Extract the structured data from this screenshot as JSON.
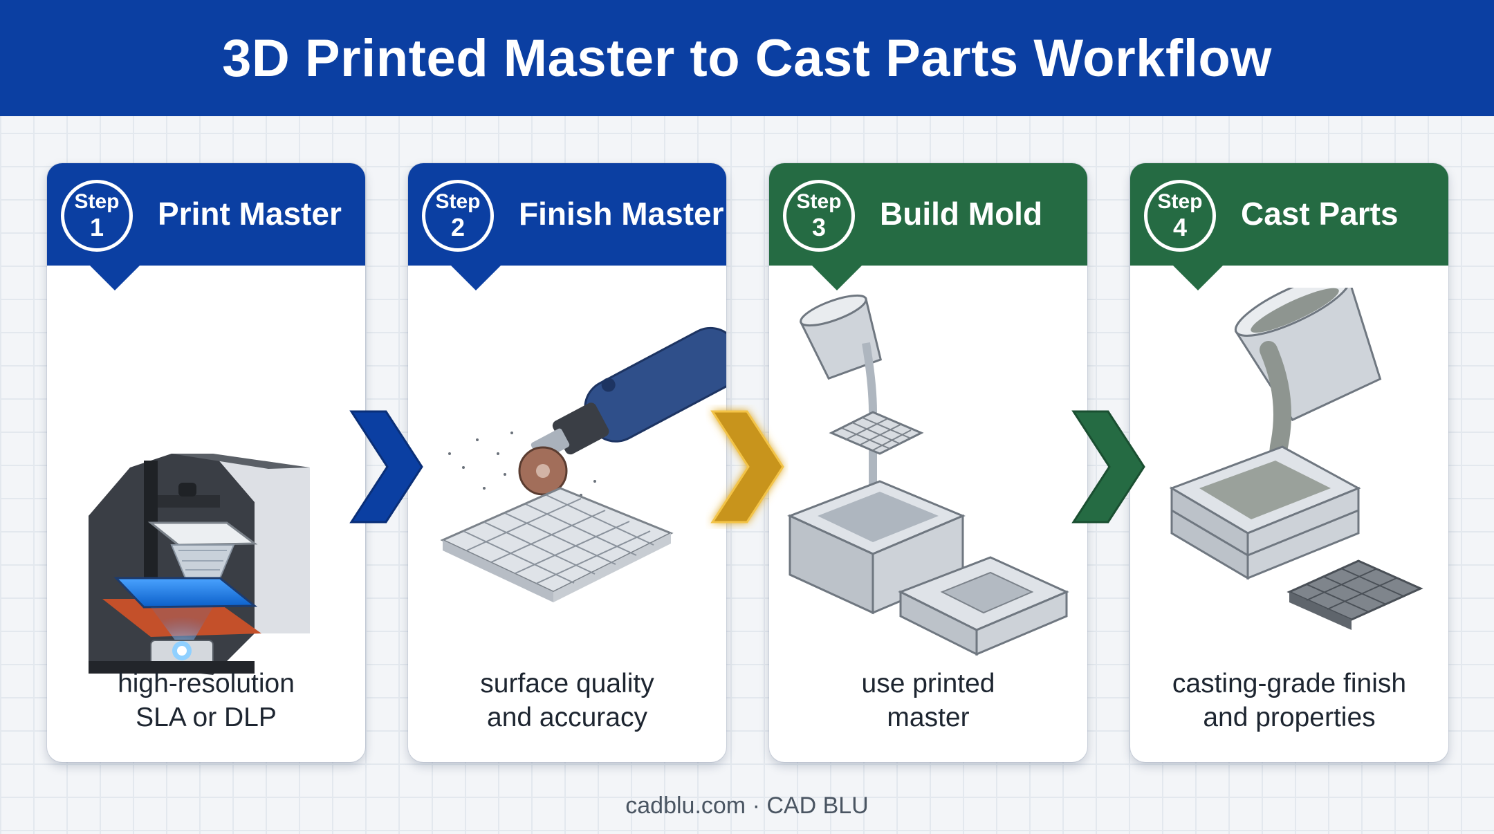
{
  "title": "3D Printed Master to Cast Parts Workflow",
  "steps": [
    {
      "step_word": "Step",
      "number": "1",
      "title": "Print Master",
      "caption_line1": "high-resolution",
      "caption_line2": "SLA or DLP",
      "accent": "#0b3fa2"
    },
    {
      "step_word": "Step",
      "number": "2",
      "title": "Finish Master",
      "caption_line1": "surface quality",
      "caption_line2": "and accuracy",
      "accent": "#0b3fa2"
    },
    {
      "step_word": "Step",
      "number": "3",
      "title": "Build Mold",
      "caption_line1": "use printed",
      "caption_line2": "master",
      "accent": "#256b43"
    },
    {
      "step_word": "Step",
      "number": "4",
      "title": "Cast Parts",
      "caption_line1": "casting-grade finish",
      "caption_line2": "and properties",
      "accent": "#256b43"
    }
  ],
  "arrows": [
    {
      "color": "#0b3fa2",
      "icon": "chevron-right-icon"
    },
    {
      "color": "#c8941a",
      "icon": "chevron-right-icon"
    },
    {
      "color": "#256b43",
      "icon": "chevron-right-icon"
    }
  ],
  "footer": "cadblu.com · CAD BLU"
}
